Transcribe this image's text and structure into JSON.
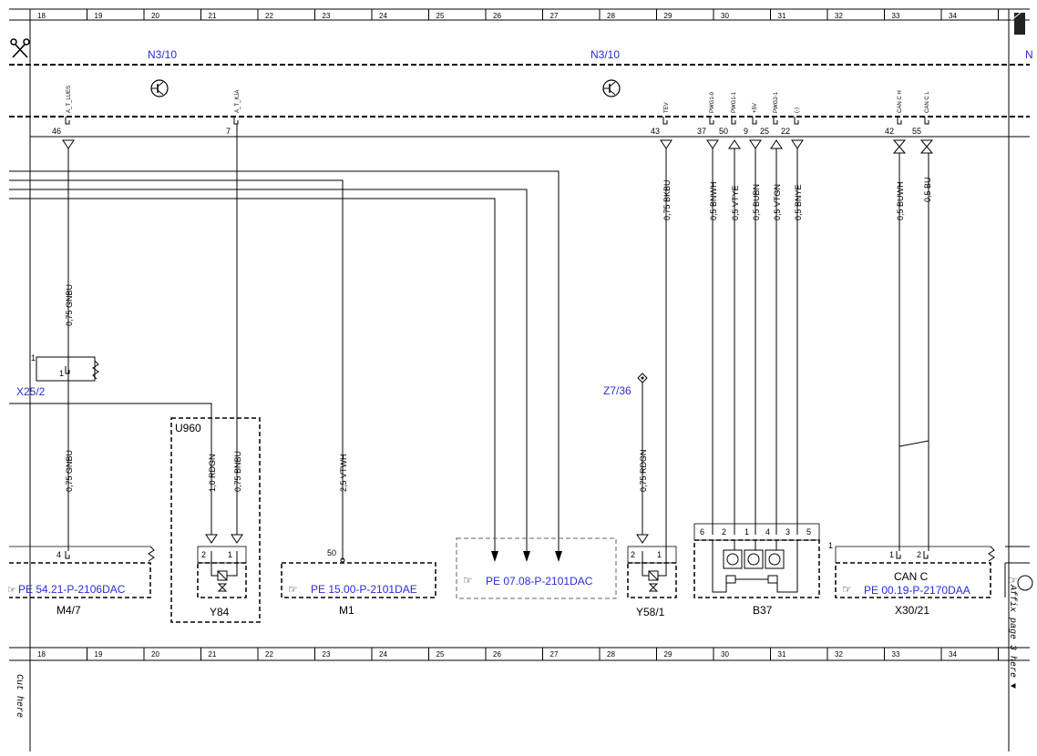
{
  "grid_columns": [
    "18",
    "19",
    "20",
    "21",
    "22",
    "23",
    "24",
    "25",
    "26",
    "27",
    "28",
    "29",
    "30",
    "31",
    "32",
    "33",
    "34"
  ],
  "connectors": {
    "left": "N3/10",
    "right": "N3/10",
    "right_edge": "N"
  },
  "signals": [
    "A_T_LUES",
    "A_T_KJA",
    "TEV",
    "PWG1-0",
    "PWG1-1",
    "+5V",
    "PWG2-1",
    "(-)",
    "CAN C H",
    "CAN C L"
  ],
  "pins": [
    "46",
    "7",
    "43",
    "37",
    "50",
    "9",
    "25",
    "22",
    "42",
    "55"
  ],
  "wires": [
    "0,75 GNBU",
    "0,75 GNBU",
    "1,0 RDGN",
    "0,75 BNBU",
    "2,5 VTWH",
    "0,75 BKBU",
    "0,5 BNWH",
    "0,5 VTYE",
    "0,5 BUBN",
    "0,5 VTGN",
    "0,5 BNYE",
    "0,5 BUWH",
    "0,5 BU",
    "0,75 RDGN"
  ],
  "components": {
    "x25": "X25/2",
    "z7": "Z7/36",
    "u960": "U960",
    "m47": {
      "label": "M4/7",
      "ref": "PE 54.21-P-2106DAC",
      "pin": "4"
    },
    "y84": {
      "label": "Y84",
      "pins": [
        "2",
        "1"
      ]
    },
    "m1": {
      "label": "M1",
      "ref": "PE 15.00-P-2101DAE",
      "pin": "50"
    },
    "pe0708": {
      "ref": "PE 07.08-P-2101DAC"
    },
    "y58": {
      "label": "Y58/1",
      "pins": [
        "2",
        "1"
      ]
    },
    "b37": {
      "label": "B37",
      "pins": [
        "6",
        "2",
        "1",
        "4",
        "3",
        "5"
      ]
    },
    "x30": {
      "label": "X30/21",
      "ref": "PE 00.19-P-2170DAA",
      "title": "CAN C",
      "pins": [
        "1",
        "2"
      ],
      "corner": "1"
    },
    "x25_pins": [
      "1",
      "1"
    ]
  },
  "side_text": {
    "cut_here": "Cut here",
    "affix": "Affix page 3 here ▼"
  }
}
